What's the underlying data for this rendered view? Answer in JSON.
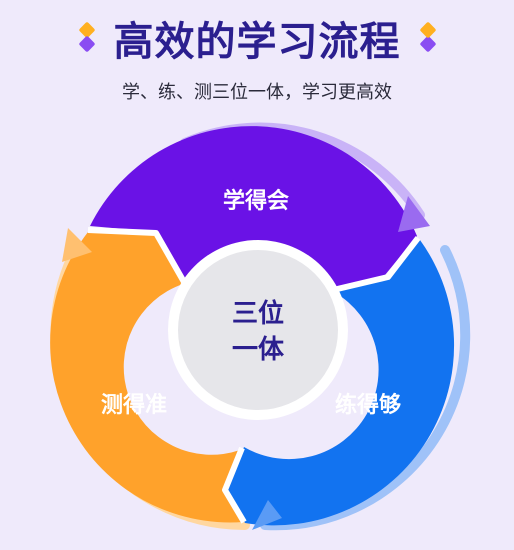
{
  "header": {
    "title": "高效的学习流程",
    "subtitle": "学、练、测三位一体，学习更高效"
  },
  "diagram": {
    "center": {
      "line1": "三位",
      "line2": "一体"
    },
    "segments": {
      "learn": {
        "label": "学得会",
        "color": "#6A12E6"
      },
      "practice": {
        "label": "练得够",
        "color": "#1273F0"
      },
      "test": {
        "label": "测得准",
        "color": "#FFA22B"
      }
    }
  },
  "icons": [
    "diamond-icon",
    "arrow-head-icon"
  ]
}
